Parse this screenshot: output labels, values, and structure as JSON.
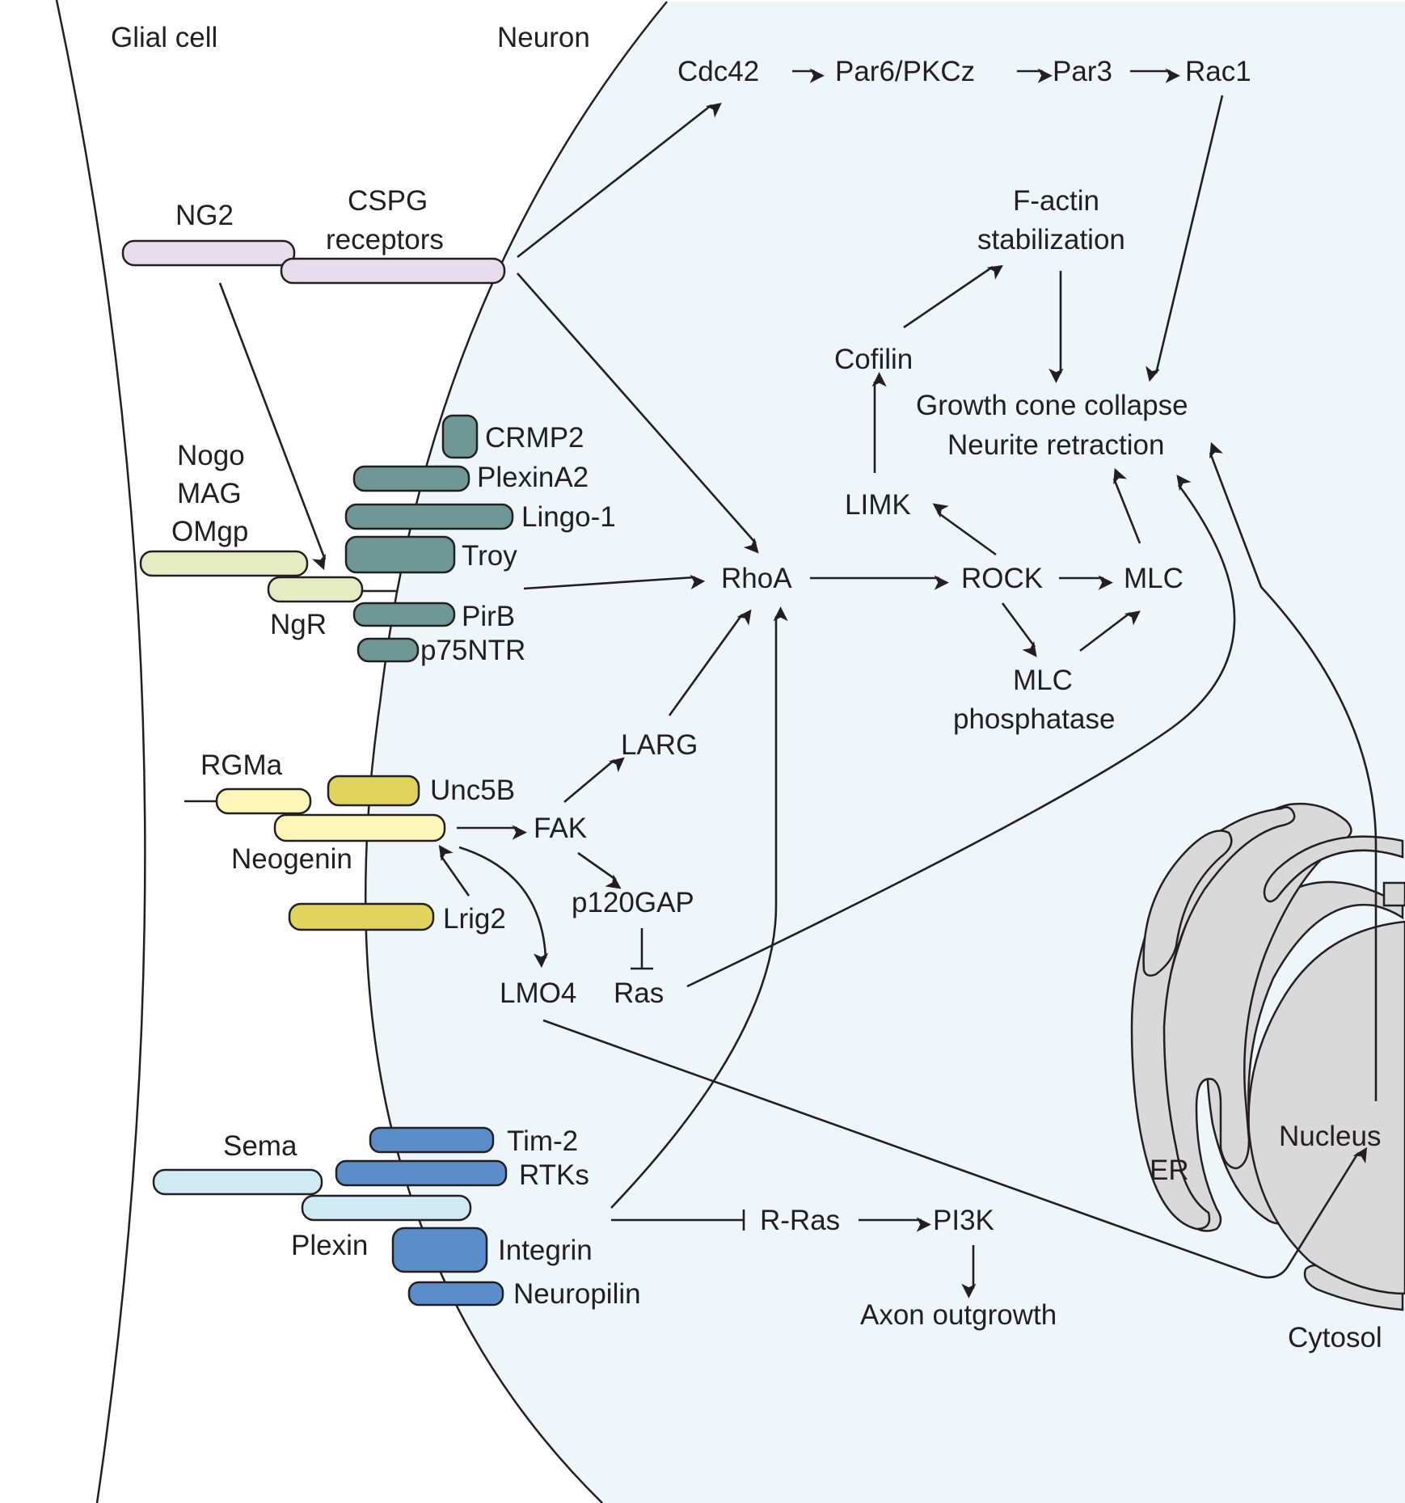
{
  "colors": {
    "glial_fill": "#fdeef0",
    "neuron_fill": "#eef6fa",
    "organelle_fill": "#d9d9d9",
    "ng2_receptor": "#e6dcec",
    "nogo_ligand": "#e5ecc3",
    "nogo_receptor": "#6f9895",
    "rgma_ligand": "#fdf6b9",
    "rgma_receptor": "#e0d45c",
    "sema_ligand": "#cfeaf3",
    "sema_receptor": "#5b8dcb"
  },
  "compartments": {
    "glial_cell": "Glial cell",
    "neuron": "Neuron",
    "nucleus": "Nucleus",
    "er": "ER",
    "cytosol": "Cytosol"
  },
  "ligands": {
    "ng2": "NG2",
    "cspg_receptors_line1": "CSPG",
    "cspg_receptors_line2": "receptors",
    "nogo": "Nogo",
    "mag": "MAG",
    "omgp": "OMgp",
    "ngr": "NgR",
    "rgma": "RGMa",
    "neogenin": "Neogenin",
    "sema": "Sema",
    "plexin": "Plexin"
  },
  "receptors": {
    "crmp2": "CRMP2",
    "plexina2": "PlexinA2",
    "lingo1": "Lingo-1",
    "troy": "Troy",
    "pirb": "PirB",
    "p75ntr": "p75NTR",
    "unc5b": "Unc5B",
    "lrig2": "Lrig2",
    "tim2": "Tim-2",
    "rtks": "RTKs",
    "integrin": "Integrin",
    "neuropilin": "Neuropilin"
  },
  "signaling": {
    "cdc42": "Cdc42",
    "par6": "Par6/PKCz",
    "par3": "Par3",
    "rac1": "Rac1",
    "factin_line1": "F-actin",
    "factin_line2": "stabilization",
    "cofilin": "Cofilin",
    "limk": "LIMK",
    "outcome_line1": "Growth cone collapse",
    "outcome_line2": "Neurite retraction",
    "rhoa": "RhoA",
    "rock": "ROCK",
    "mlc": "MLC",
    "mlcp_line1": "MLC",
    "mlcp_line2": "phosphatase",
    "larg": "LARG",
    "fak": "FAK",
    "p120gap": "p120GAP",
    "ras": "Ras",
    "lmo4": "LMO4",
    "rras": "R-Ras",
    "pi3k": "PI3K",
    "axon": "Axon outgrowth"
  }
}
